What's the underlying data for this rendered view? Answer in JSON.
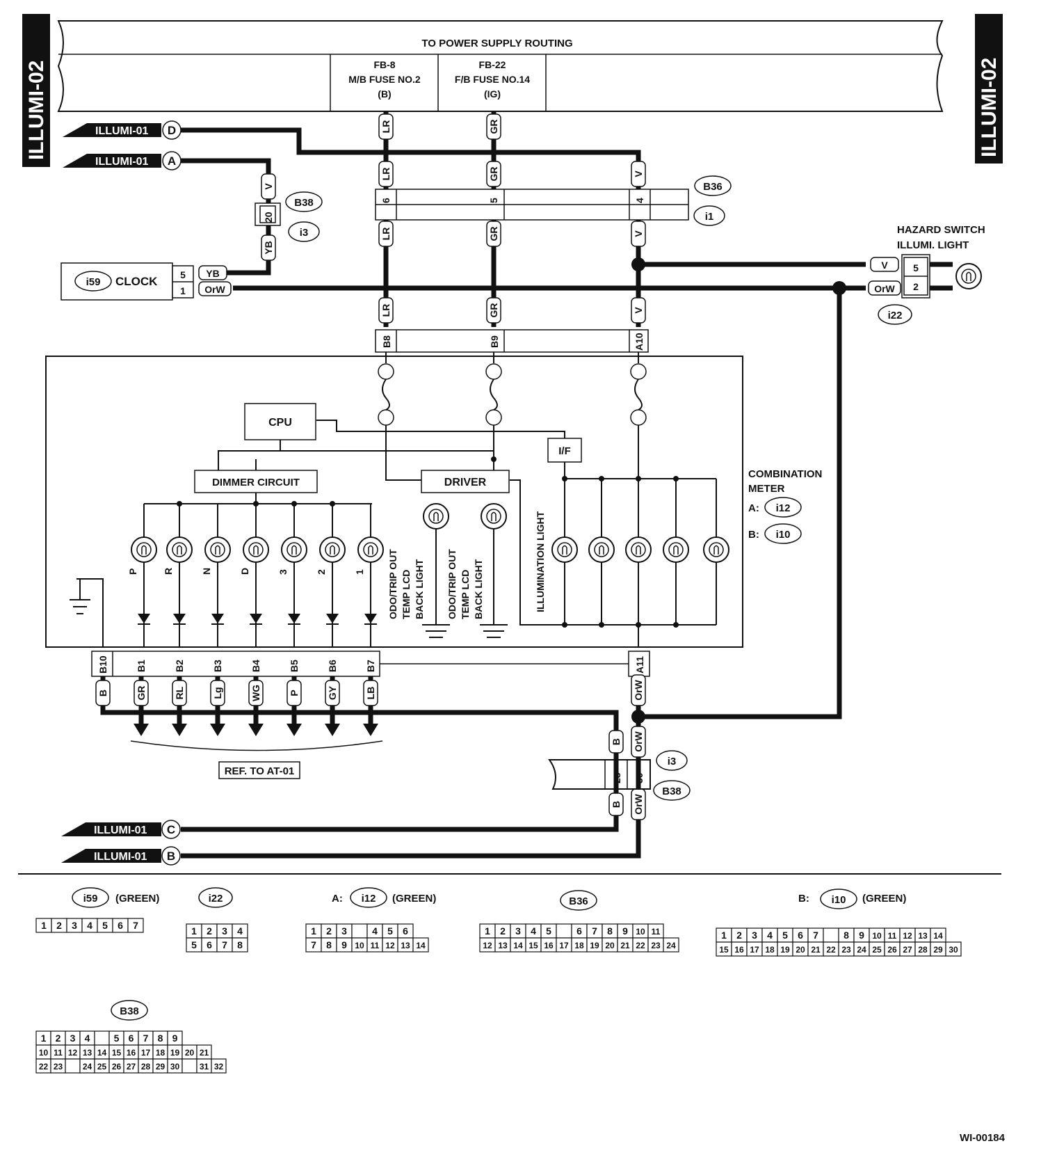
{
  "side_label": "ILLUMI-02",
  "header": {
    "routing": "TO POWER SUPPLY ROUTING",
    "fuse1": {
      "l1": "FB-8",
      "l2": "M/B FUSE NO.2",
      "l3": "(B)"
    },
    "fuse2": {
      "l1": "FB-22",
      "l2": "F/B FUSE NO.14",
      "l3": "(IG)"
    }
  },
  "refs": {
    "D": "ILLUMI-01",
    "A": "ILLUMI-01",
    "C": "ILLUMI-01",
    "B": "ILLUMI-01",
    "D_letter": "D",
    "A_letter": "A",
    "C_letter": "C",
    "B_letter": "B"
  },
  "connectors": {
    "b38": "B38",
    "i3": "i3",
    "b36": "B36",
    "i1": "i1",
    "i22": "i22",
    "i59": "i59",
    "i12": "i12",
    "i10": "i10"
  },
  "wires": {
    "LR": "LR",
    "GR": "GR",
    "V": "V",
    "YB": "YB",
    "OrW": "OrW",
    "B": "B",
    "RL": "RL",
    "Lg": "Lg",
    "WG": "WG",
    "P": "P",
    "GY": "GY",
    "LB": "LB"
  },
  "pins": {
    "p20": "20",
    "p6": "6",
    "p5": "5",
    "p4": "4",
    "c5": "5",
    "c1": "1",
    "h5": "5",
    "h2": "2",
    "B8": "B8",
    "B9": "B9",
    "A10": "A10",
    "B10": "B10",
    "B1": "B1",
    "B2": "B2",
    "B3": "B3",
    "B4": "B4",
    "B5": "B5",
    "B6": "B6",
    "B7": "B7",
    "A11": "A11",
    "p28": "28",
    "p30": "30"
  },
  "labels": {
    "clock": "CLOCK",
    "hazard1": "HAZARD SWITCH",
    "hazard2": "ILLUMI. LIGHT",
    "cpu": "CPU",
    "dimmer": "DIMMER CIRCUIT",
    "driver": "DRIVER",
    "if": "I/F",
    "combo1": "COMBINATION",
    "combo2": "METER",
    "a_prefix": "A:",
    "b_prefix": "B:",
    "odo1": "ODO/TRIP OUT",
    "odo2": "TEMP LCD",
    "odo3": "BACK LIGHT",
    "illum": "ILLUMINATION LIGHT",
    "ref": "REF. TO AT-01",
    "gear_p": "P",
    "gear_r": "R",
    "gear_n": "N",
    "gear_d": "D",
    "gear_3": "3",
    "gear_2": "2",
    "gear_1": "1"
  },
  "legend": {
    "i59": {
      "name": "i59",
      "color": "(GREEN)",
      "row1": [
        "1",
        "2",
        "3",
        "4",
        "5",
        "6",
        "7"
      ]
    },
    "i22": {
      "name": "i22",
      "row1": [
        "1",
        "2",
        "3",
        "4"
      ],
      "row2": [
        "5",
        "6",
        "7",
        "8"
      ]
    },
    "i12": {
      "prefix": "A:",
      "name": "i12",
      "color": "(GREEN)",
      "row1": [
        "1",
        "2",
        "3",
        "",
        "4",
        "5",
        "6"
      ],
      "row2": [
        "7",
        "8",
        "9",
        "10",
        "11",
        "12",
        "13",
        "14"
      ]
    },
    "b36": {
      "name": "B36",
      "row1": [
        "1",
        "2",
        "3",
        "4",
        "5",
        "",
        "6",
        "7",
        "8",
        "9",
        "10",
        "11"
      ],
      "row2": [
        "12",
        "13",
        "14",
        "15",
        "16",
        "17",
        "18",
        "19",
        "20",
        "21",
        "22",
        "23",
        "24"
      ]
    },
    "i10": {
      "prefix": "B:",
      "name": "i10",
      "color": "(GREEN)",
      "row1": [
        "1",
        "2",
        "3",
        "4",
        "5",
        "6",
        "7",
        "",
        "8",
        "9",
        "10",
        "11",
        "12",
        "13",
        "14"
      ],
      "row2": [
        "15",
        "16",
        "17",
        "18",
        "19",
        "20",
        "21",
        "22",
        "23",
        "24",
        "25",
        "26",
        "27",
        "28",
        "29",
        "30"
      ]
    },
    "b38": {
      "name": "B38",
      "row1": [
        "1",
        "2",
        "3",
        "4",
        "",
        "5",
        "6",
        "7",
        "8",
        "9"
      ],
      "row2": [
        "10",
        "11",
        "12",
        "13",
        "14",
        "15",
        "16",
        "17",
        "18",
        "19",
        "20",
        "21"
      ],
      "row3": [
        "22",
        "23",
        "",
        "24",
        "25",
        "26",
        "27",
        "28",
        "29",
        "30",
        "",
        "31",
        "32"
      ]
    }
  },
  "code": "WI-00184"
}
